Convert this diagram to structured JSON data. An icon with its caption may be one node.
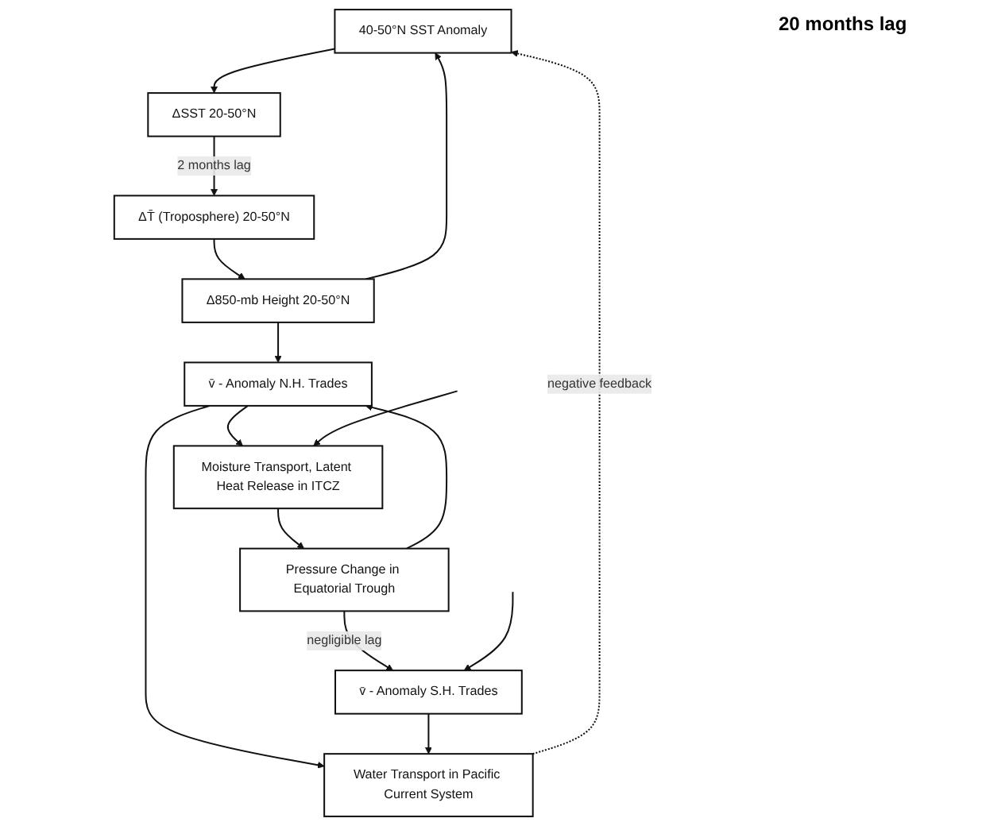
{
  "diagram": {
    "nodes": [
      {
        "text": [
          "40-50°N SST Anomaly"
        ]
      },
      {
        "text": [
          "ΔSST 20-50°N"
        ]
      },
      {
        "text": [
          "ΔT̄ (Troposphere) 20-50°N"
        ]
      },
      {
        "text": [
          "Δ850-mb Height 20-50°N"
        ]
      },
      {
        "text": [
          "v̄ - Anomaly N.H. Trades"
        ]
      },
      {
        "text": [
          "Moisture Transport, Latent Heat Release in ITCZ"
        ]
      },
      {
        "text": [
          "Pressure Change in Equatorial Trough"
        ]
      },
      {
        "text": [
          "v̄ - Anomaly S.H. Trades"
        ]
      },
      {
        "text": [
          "Water Transport in Pacific Current System"
        ]
      }
    ],
    "edges": [
      {
        "from": 0,
        "to": 1,
        "arrow": "to"
      },
      {
        "from": 1,
        "to": 2,
        "arrow": "to",
        "label": "2 months lag"
      },
      {
        "from": 2,
        "to": 3,
        "arrow": "to"
      },
      {
        "from": 3,
        "to": 0,
        "arrow": "to"
      },
      {
        "from": 3,
        "to": 4,
        "arrow": "to"
      },
      {
        "from": 4,
        "to": 5,
        "arrow": "to"
      },
      {
        "from": 5,
        "to": 6,
        "arrow": "to"
      },
      {
        "from": 6,
        "to": 7,
        "arrow": "to",
        "label": "negligible lag"
      },
      {
        "from": 6,
        "to": 4,
        "arrow": "to"
      },
      {
        "from": 4,
        "to": 8,
        "arrow": "to"
      },
      {
        "from": 7,
        "to": 8,
        "arrow": "to"
      },
      {
        "from": 8,
        "to": 0,
        "arrow": "to",
        "style": "dashed",
        "label": "negative feedback"
      },
      {
        "from": null,
        "to": 5,
        "arrow": "to"
      },
      {
        "from": null,
        "to": 7,
        "arrow": "to"
      }
    ],
    "labels": [
      "20 months lag"
    ]
  }
}
